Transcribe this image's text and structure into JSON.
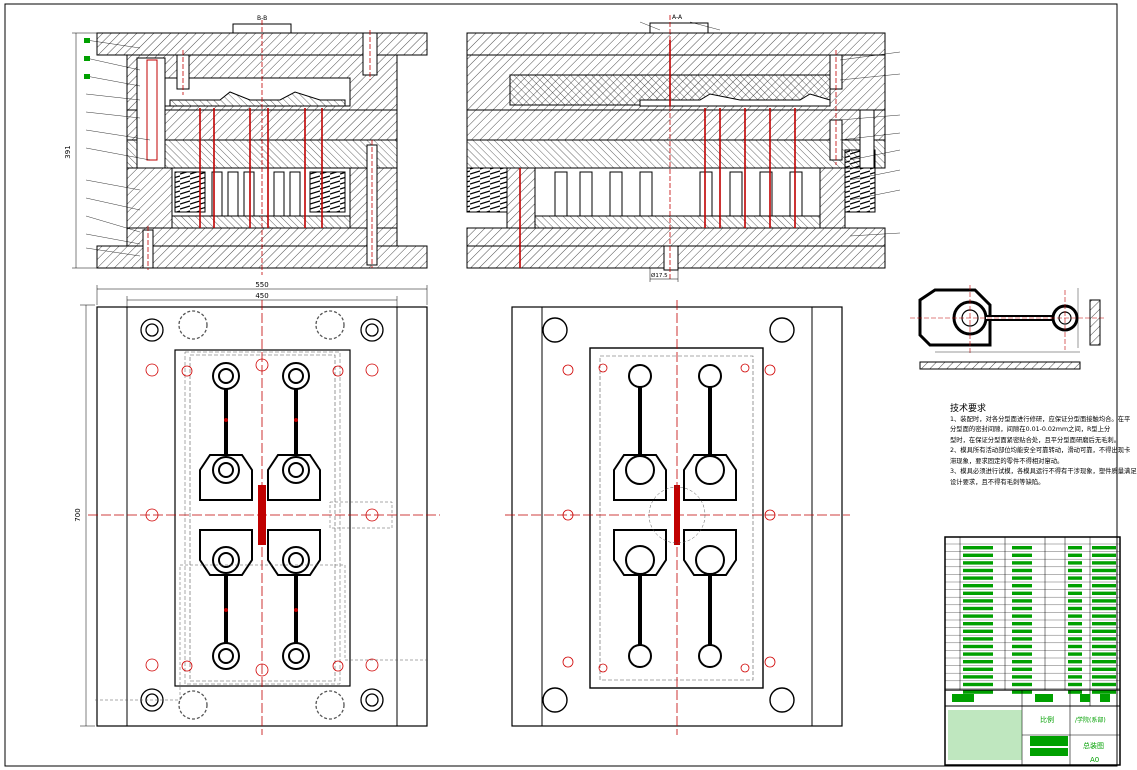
{
  "drawing": {
    "dimensions": {
      "overall_width": "550",
      "inner_width": "450",
      "overall_length": "700",
      "side_height": "391",
      "bottom_dim": "Ø17.5"
    },
    "section_labels": {
      "left_top": "B-B",
      "right_top": "A-A"
    },
    "technical_notes": {
      "title": "技术要求",
      "lines": [
        "1、装配时，对各分型面进行修研，应保证分型面接触均合。在平",
        "分型面的密封间隙，间隙在0.01-0.02mm之间，R型上分",
        "型时，在保证分型面紧密贴合处，且平分型面研磨后无毛刺。",
        "2、模具所有活动部位均能安全可靠转动，滑动可靠，不得出现卡",
        "滞现象，要求固定的零件不得相对窜动。",
        "3、模具必须进行试模，各模具运行不得有干涉现象，塑件质量满足",
        "设计要求，且不得有毛刺等缺陷。"
      ]
    },
    "title_block": {
      "drawing_name": "总装图",
      "company": "/学院(系部)",
      "scale_label": "比例",
      "sheet_no": "A0"
    }
  }
}
